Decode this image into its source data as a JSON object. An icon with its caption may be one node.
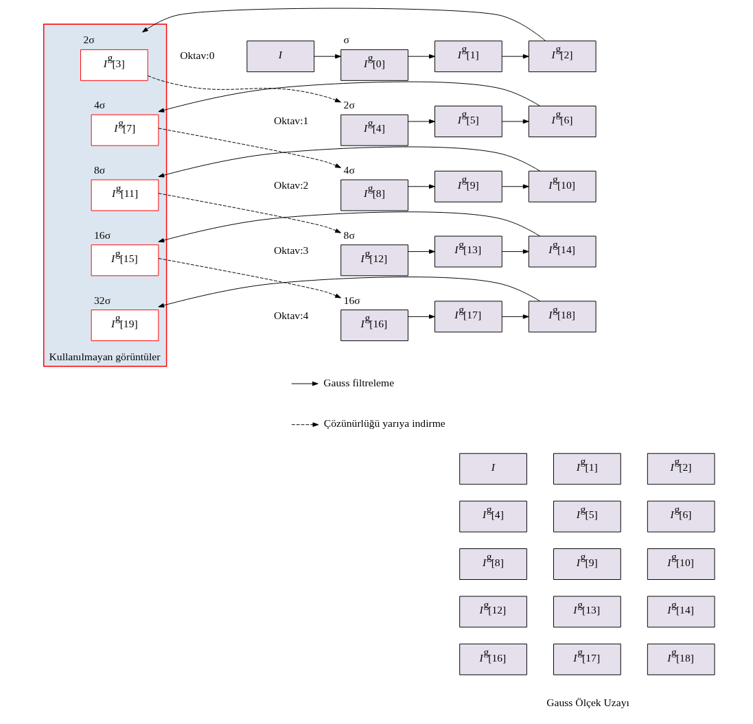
{
  "diagram": {
    "nodes": [
      {
        "text": [
          "Kullanılmayan görüntüler"
        ]
      },
      {
        "text": [
          "I"
        ]
      },
      {
        "text": [
          "*I*$^{g}$[0]"
        ],
        "beside": [
          "σ"
        ]
      },
      {
        "text": [
          "*I*$^{g}$[1]"
        ]
      },
      {
        "text": [
          "*I*$^{g}$[2]"
        ]
      },
      {
        "text": [
          "*I*$^{g}$[3]"
        ],
        "beside": [
          "2σ"
        ],
        "in": 0
      },
      {
        "text": [
          "*I*$^{g}$[4]"
        ],
        "beside": [
          "2σ"
        ]
      },
      {
        "text": [
          "*I*$^{g}$[5]"
        ]
      },
      {
        "text": [
          "*I*$^{g}$[6]"
        ]
      },
      {
        "text": [
          "*I*$^{g}$[7]"
        ],
        "beside": [
          "4σ"
        ],
        "in": 0
      },
      {
        "text": [
          "*I*$^{g}$[8]"
        ],
        "beside": [
          "4σ"
        ]
      },
      {
        "text": [
          "*I*$^{g}$[9]"
        ]
      },
      {
        "text": [
          "*I*$^{g}$[10]"
        ]
      },
      {
        "text": [
          "*I*$^{g}$[11]"
        ],
        "beside": [
          "8σ"
        ],
        "in": 0
      },
      {
        "text": [
          "*I*$^{g}$[12]"
        ],
        "beside": [
          "8σ"
        ]
      },
      {
        "text": [
          "*I*$^{g}$[13]"
        ]
      },
      {
        "text": [
          "*I*$^{g}$[14]"
        ]
      },
      {
        "text": [
          "*I*$^{g}$[15]"
        ],
        "beside": [
          "16σ"
        ],
        "in": 0
      },
      {
        "text": [
          "*I*$^{g}$[16]"
        ],
        "beside": [
          "16σ"
        ]
      },
      {
        "text": [
          "*I*$^{g}$[17]"
        ]
      },
      {
        "text": [
          "*I*$^{g}$[18]"
        ]
      },
      {
        "text": [
          "*I*$^{g}$[19]"
        ],
        "beside": [
          "32σ"
        ],
        "in": 0
      },
      {
        "text": [
          "I"
        ]
      },
      {
        "text": [
          "*I*$^{g}$[1]"
        ]
      },
      {
        "text": [
          "*I*$^{g}$[2]"
        ]
      },
      {
        "text": [
          "*I*$^{g}$[4]"
        ]
      },
      {
        "text": [
          "*I*$^{g}$[5]"
        ]
      },
      {
        "text": [
          "*I*$^{g}$[6]"
        ]
      },
      {
        "text": [
          "*I*$^{g}$[8]"
        ]
      },
      {
        "text": [
          "*I*$^{g}$[9]"
        ]
      },
      {
        "text": [
          "*I*$^{g}$[10]"
        ]
      },
      {
        "text": [
          "*I*$^{g}$[12]"
        ]
      },
      {
        "text": [
          "*I*$^{g}$[13]"
        ]
      },
      {
        "text": [
          "*I*$^{g}$[14]"
        ]
      },
      {
        "text": [
          "*I*$^{g}$[16]"
        ]
      },
      {
        "text": [
          "*I*$^{g}$[17]"
        ]
      },
      {
        "text": [
          "*I*$^{g}$[18]"
        ]
      }
    ],
    "edges": [
      {
        "from": 1,
        "to": 2,
        "arrow": "to"
      },
      {
        "from": 2,
        "to": 3,
        "arrow": "to"
      },
      {
        "from": 3,
        "to": 4,
        "arrow": "to"
      },
      {
        "from": 4,
        "to": 5,
        "arrow": "to"
      },
      {
        "from": 5,
        "to": 6,
        "arrow": "to",
        "style": "dashed"
      },
      {
        "from": 6,
        "to": 7,
        "arrow": "to"
      },
      {
        "from": 7,
        "to": 8,
        "arrow": "to"
      },
      {
        "from": 8,
        "to": 9,
        "arrow": "to"
      },
      {
        "from": 9,
        "to": 10,
        "arrow": "to",
        "style": "dashed"
      },
      {
        "from": 10,
        "to": 11,
        "arrow": "to"
      },
      {
        "from": 11,
        "to": 12,
        "arrow": "to"
      },
      {
        "from": 12,
        "to": 13,
        "arrow": "to"
      },
      {
        "from": 13,
        "to": 14,
        "arrow": "to",
        "style": "dashed"
      },
      {
        "from": 14,
        "to": 15,
        "arrow": "to"
      },
      {
        "from": 15,
        "to": 16,
        "arrow": "to"
      },
      {
        "from": 16,
        "to": 17,
        "arrow": "to"
      },
      {
        "from": 17,
        "to": 18,
        "arrow": "to",
        "style": "dashed"
      },
      {
        "from": 18,
        "to": 19,
        "arrow": "to"
      },
      {
        "from": 19,
        "to": 20,
        "arrow": "to"
      },
      {
        "from": 20,
        "to": 21,
        "arrow": "to"
      }
    ],
    "labels": [
      "Oktav:0",
      "Oktav:1",
      "Oktav:2",
      "Oktav:3",
      "Oktav:4",
      "Gauss Ölçek Uzayı"
    ],
    "legend": [
      {
        "text": "Gauss filtreleme"
      },
      {
        "text": "Çözünürlüğü yarıya indirme"
      }
    ]
  }
}
